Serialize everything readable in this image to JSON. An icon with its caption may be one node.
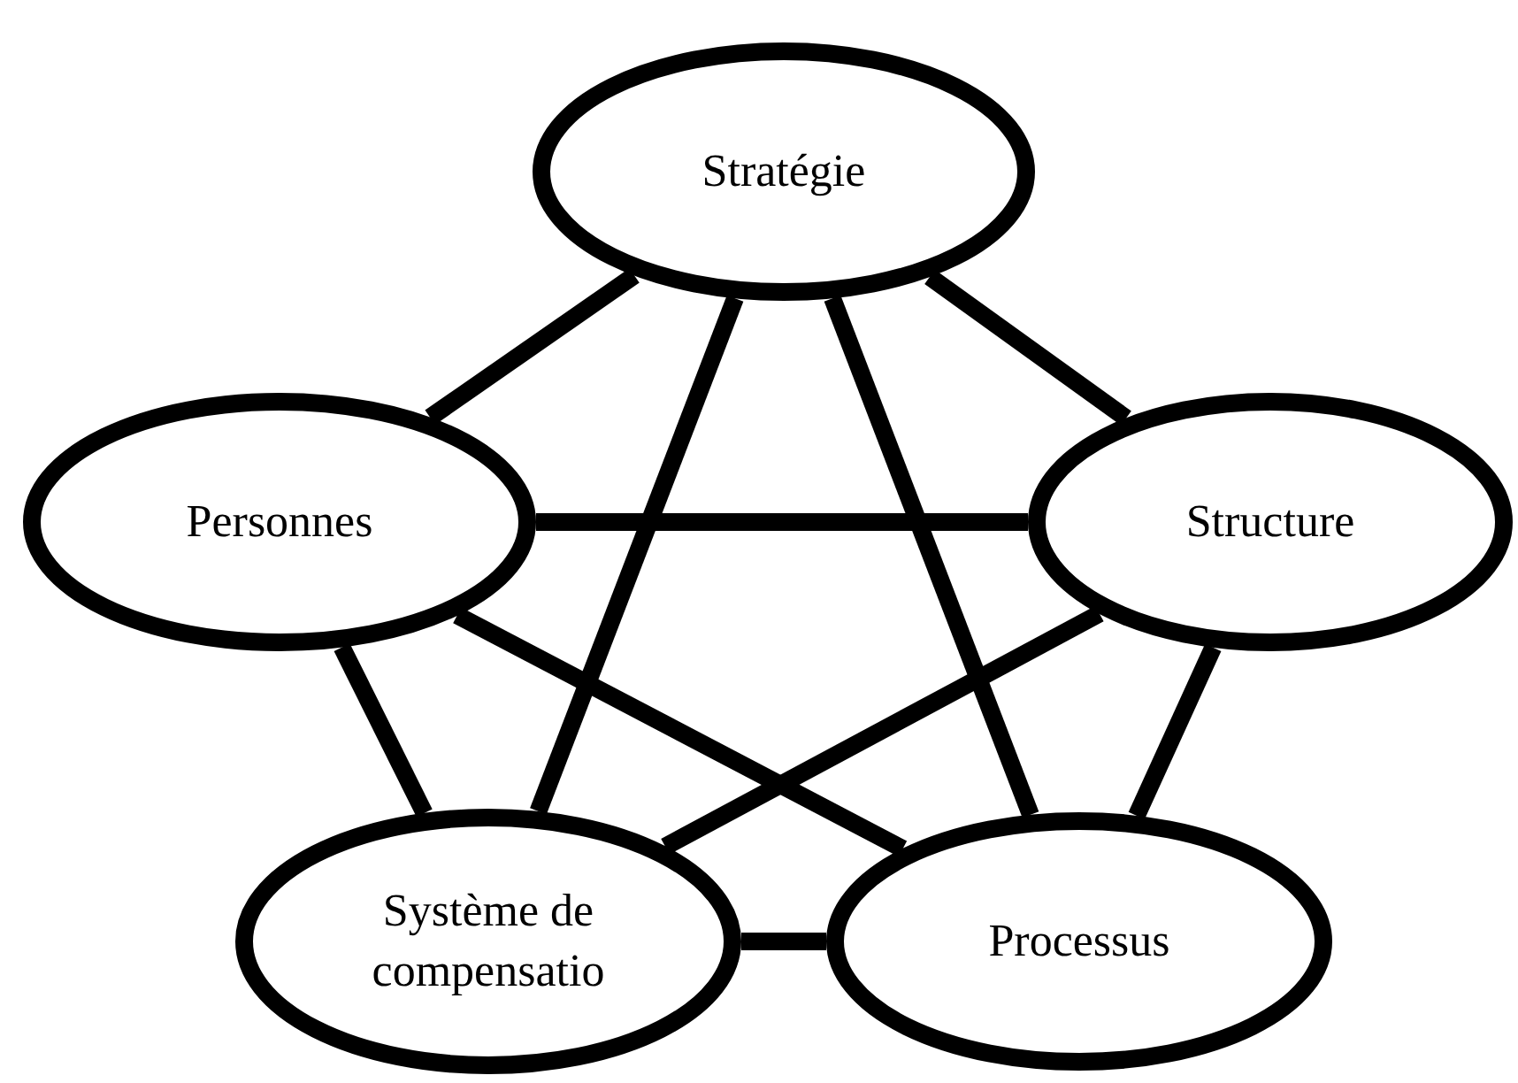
{
  "diagram": {
    "nodes": [
      {
        "text": [
          "Stratégie"
        ]
      },
      {
        "text": [
          "Personnes"
        ]
      },
      {
        "text": [
          "Structure"
        ]
      },
      {
        "text": [
          "Système de compensatio"
        ]
      },
      {
        "text": [
          "Processus"
        ]
      }
    ],
    "edges": [
      {
        "from": 0,
        "to": 1,
        "arrow": "none"
      },
      {
        "from": 0,
        "to": 2,
        "arrow": "none"
      },
      {
        "from": 0,
        "to": 3,
        "arrow": "none"
      },
      {
        "from": 0,
        "to": 4,
        "arrow": "none"
      },
      {
        "from": 1,
        "to": 2,
        "arrow": "none"
      },
      {
        "from": 1,
        "to": 3,
        "arrow": "none"
      },
      {
        "from": 1,
        "to": 4,
        "arrow": "none"
      },
      {
        "from": 2,
        "to": 3,
        "arrow": "none"
      },
      {
        "from": 2,
        "to": 4,
        "arrow": "none"
      },
      {
        "from": 3,
        "to": 4,
        "arrow": "none"
      }
    ]
  }
}
